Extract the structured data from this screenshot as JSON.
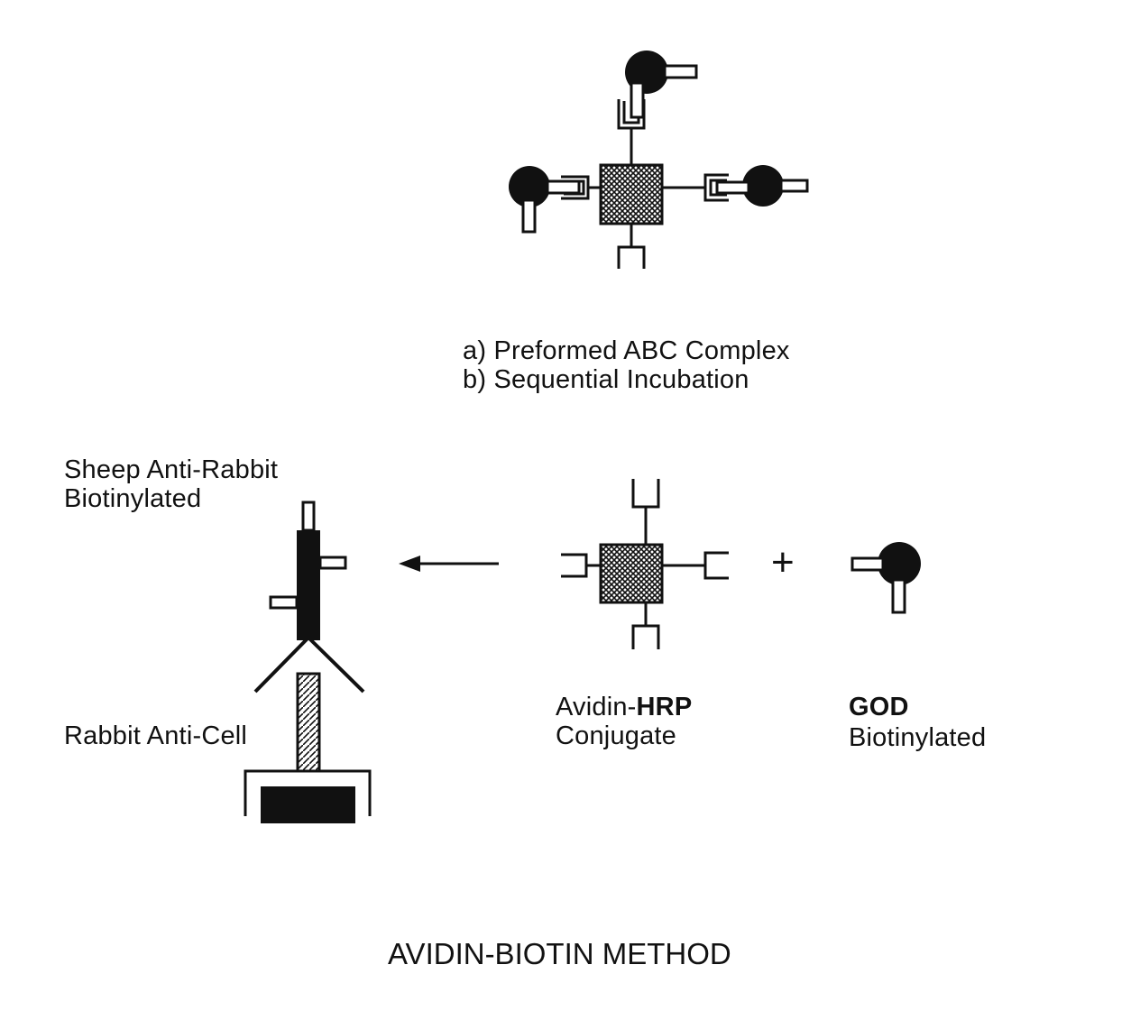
{
  "labels": {
    "option_a": "a) Preformed ABC Complex",
    "option_b": "b) Sequential Incubation",
    "sheep_line1": "Sheep Anti-Rabbit",
    "sheep_line2": "Biotinylated",
    "rabbit": "Rabbit Anti-Cell",
    "avidin_prefix": "Avidin-",
    "avidin_bold": "HRP",
    "avidin_line2": "Conjugate",
    "god_line1": "GOD",
    "god_line2": "Biotinylated",
    "plus": "+",
    "title": "AVIDIN-BIOTIN METHOD"
  },
  "colors": {
    "ink": "#111111",
    "background": "#ffffff"
  }
}
